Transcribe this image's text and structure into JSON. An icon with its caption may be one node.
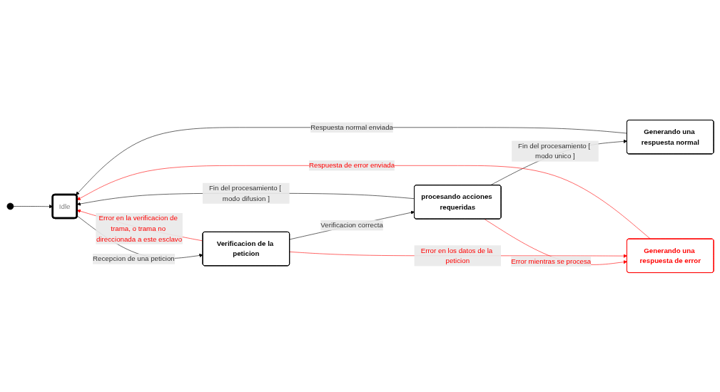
{
  "diagram": {
    "nodes": [
      {
        "text": [],
        "shape": "circle"
      },
      {
        "text": [
          "Idle"
        ]
      },
      {
        "text": [
          "Verificacion de la peticion"
        ]
      },
      {
        "text": [
          "procesando acciones requeridas"
        ]
      },
      {
        "text": [
          "Generando una respuesta normal"
        ]
      },
      {
        "text": [
          "Generando una respuesta de error"
        ]
      }
    ],
    "edges": [
      {
        "from": 0,
        "to": 1,
        "arrow": "to"
      },
      {
        "from": 1,
        "to": 2,
        "arrow": "to",
        "label": "Recepcion de una peticion"
      },
      {
        "from": 2,
        "to": 3,
        "arrow": "to",
        "label": "Verificacion correcta"
      },
      {
        "from": 3,
        "to": 4,
        "arrow": "to",
        "label": "Fin del procesamiento [ modo unico ]"
      },
      {
        "from": 4,
        "to": 1,
        "arrow": "to",
        "label": "Respuesta normal enviada"
      },
      {
        "from": 3,
        "to": 1,
        "arrow": "to",
        "label": "Fin del procesamiento [ modo difusion ]"
      },
      {
        "from": 3,
        "to": 5,
        "arrow": "to",
        "label": "Error mientras se procesa",
        "color": "#ff0000"
      },
      {
        "from": 2,
        "to": 5,
        "arrow": "to",
        "label": "Error en los datos de la peticion",
        "color": "#ff0000"
      },
      {
        "from": 5,
        "to": 1,
        "arrow": "to",
        "label": "Respuesta de error enviada",
        "color": "#ff0000"
      },
      {
        "from": 2,
        "to": 1,
        "arrow": "to",
        "label": "Error en la verificacion de trama, o trama no direccionada a este esclavo",
        "color": "#ff0000"
      }
    ]
  }
}
